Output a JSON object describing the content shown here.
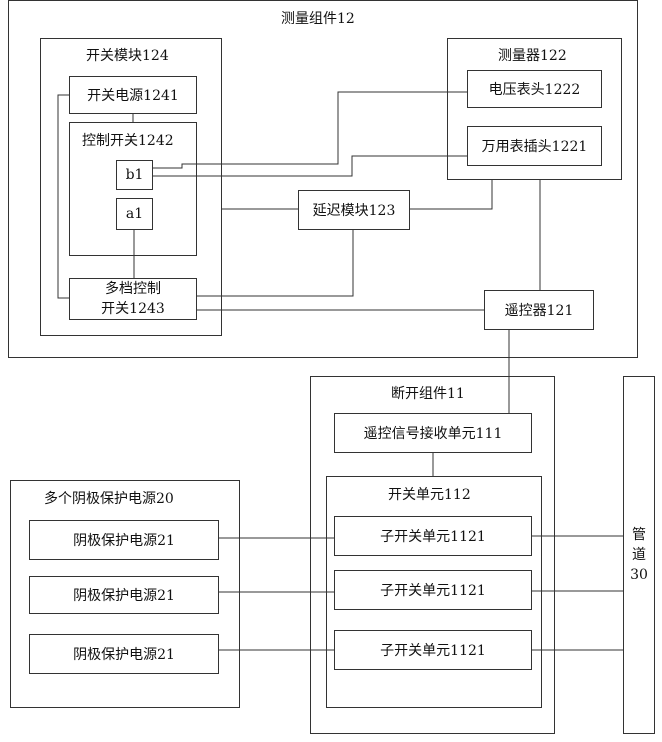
{
  "measure_group": {
    "title": "测量组件12"
  },
  "switch_module": {
    "title": "开关模块124",
    "power": "开关电源1241",
    "control_switch": "控制开关1242",
    "b1": "b1",
    "a1": "a1",
    "multi_switch_line1": "多档控制",
    "multi_switch_line2": "开关1243"
  },
  "meter": {
    "title": "测量器122",
    "voltage_head": "电压表头1222",
    "multimeter_plug": "万用表插头1221"
  },
  "delay_module": "延迟模块123",
  "remote": "遥控器121",
  "break_group": {
    "title": "断开组件11",
    "receiver": "遥控信号接收单元111",
    "switch_unit": "开关单元112",
    "sub_switches": [
      "子开关单元1121",
      "子开关单元1121",
      "子开关单元1121"
    ]
  },
  "power_group": {
    "title": "多个阴极保护电源20",
    "sources": [
      "阴极保护电源21",
      "阴极保护电源21",
      "阴极保护电源21"
    ]
  },
  "pipe": {
    "chars": [
      "管",
      "道",
      "30"
    ]
  }
}
